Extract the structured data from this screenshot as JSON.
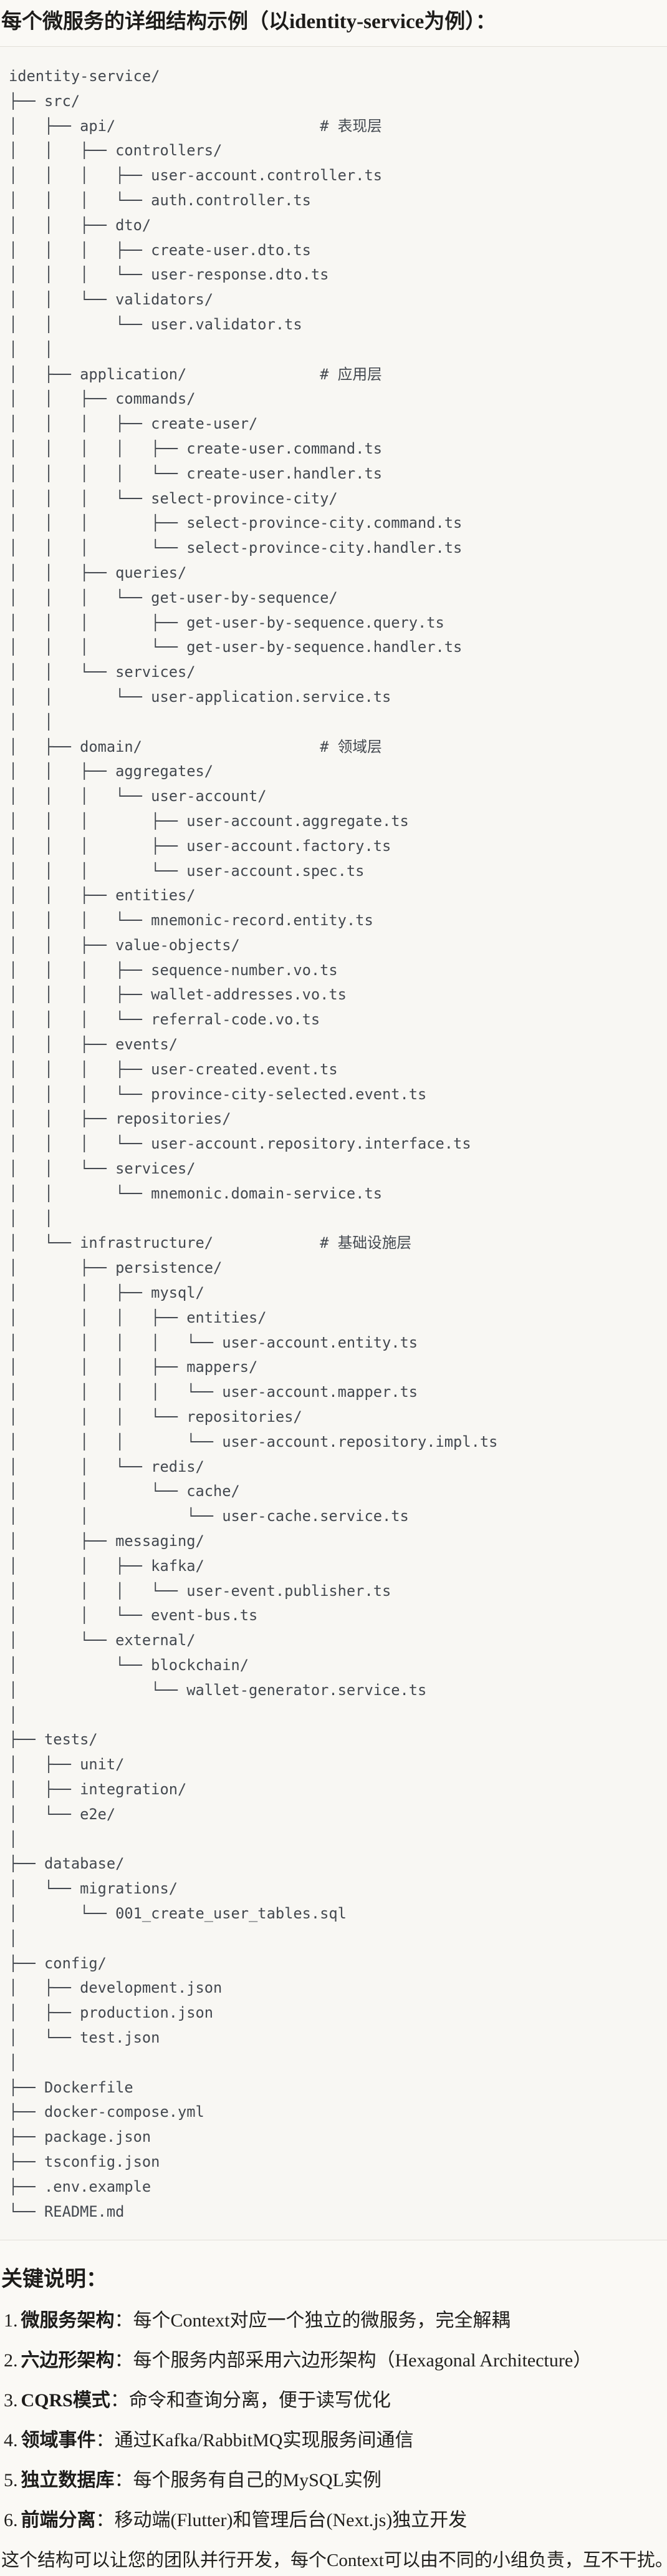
{
  "title": "每个微服务的详细结构示例（以identity-service为例）：",
  "colors": {
    "page_bg": "#faf9f5",
    "code_bg": "#f8f7f3",
    "code_border": "#e3e0d9",
    "code_text": "#43484f",
    "body_text": "#21201d"
  },
  "tree": {
    "lines": [
      "identity-service/",
      "├── src/",
      "│   ├── api/                       # 表现层",
      "│   │   ├── controllers/",
      "│   │   │   ├── user-account.controller.ts",
      "│   │   │   └── auth.controller.ts",
      "│   │   ├── dto/",
      "│   │   │   ├── create-user.dto.ts",
      "│   │   │   └── user-response.dto.ts",
      "│   │   └── validators/",
      "│   │       └── user.validator.ts",
      "│   │",
      "│   ├── application/               # 应用层",
      "│   │   ├── commands/",
      "│   │   │   ├── create-user/",
      "│   │   │   │   ├── create-user.command.ts",
      "│   │   │   │   └── create-user.handler.ts",
      "│   │   │   └── select-province-city/",
      "│   │   │       ├── select-province-city.command.ts",
      "│   │   │       └── select-province-city.handler.ts",
      "│   │   ├── queries/",
      "│   │   │   └── get-user-by-sequence/",
      "│   │   │       ├── get-user-by-sequence.query.ts",
      "│   │   │       └── get-user-by-sequence.handler.ts",
      "│   │   └── services/",
      "│   │       └── user-application.service.ts",
      "│   │",
      "│   ├── domain/                    # 领域层",
      "│   │   ├── aggregates/",
      "│   │   │   └── user-account/",
      "│   │   │       ├── user-account.aggregate.ts",
      "│   │   │       ├── user-account.factory.ts",
      "│   │   │       └── user-account.spec.ts",
      "│   │   ├── entities/",
      "│   │   │   └── mnemonic-record.entity.ts",
      "│   │   ├── value-objects/",
      "│   │   │   ├── sequence-number.vo.ts",
      "│   │   │   ├── wallet-addresses.vo.ts",
      "│   │   │   └── referral-code.vo.ts",
      "│   │   ├── events/",
      "│   │   │   ├── user-created.event.ts",
      "│   │   │   └── province-city-selected.event.ts",
      "│   │   ├── repositories/",
      "│   │   │   └── user-account.repository.interface.ts",
      "│   │   └── services/",
      "│   │       └── mnemonic.domain-service.ts",
      "│   │",
      "│   └── infrastructure/            # 基础设施层",
      "│       ├── persistence/",
      "│       │   ├── mysql/",
      "│       │   │   ├── entities/",
      "│       │   │   │   └── user-account.entity.ts",
      "│       │   │   ├── mappers/",
      "│       │   │   │   └── user-account.mapper.ts",
      "│       │   │   └── repositories/",
      "│       │   │       └── user-account.repository.impl.ts",
      "│       │   └── redis/",
      "│       │       └── cache/",
      "│       │           └── user-cache.service.ts",
      "│       ├── messaging/",
      "│       │   ├── kafka/",
      "│       │   │   └── user-event.publisher.ts",
      "│       │   └── event-bus.ts",
      "│       └── external/",
      "│           └── blockchain/",
      "│               └── wallet-generator.service.ts",
      "│",
      "├── tests/",
      "│   ├── unit/",
      "│   ├── integration/",
      "│   └── e2e/",
      "│",
      "├── database/",
      "│   └── migrations/",
      "│       └── 001_create_user_tables.sql",
      "│",
      "├── config/",
      "│   ├── development.json",
      "│   ├── production.json",
      "│   └── test.json",
      "│",
      "├── Dockerfile",
      "├── docker-compose.yml",
      "├── package.json",
      "├── tsconfig.json",
      "├── .env.example",
      "└── README.md"
    ]
  },
  "notes": {
    "heading": "关键说明：",
    "items": [
      {
        "num": "1.",
        "label": "微服务架构",
        "text": "：每个Context对应一个独立的微服务，完全解耦"
      },
      {
        "num": "2.",
        "label": "六边形架构",
        "text": "：每个服务内部采用六边形架构（Hexagonal Architecture）"
      },
      {
        "num": "3.",
        "label": "CQRS模式",
        "text": "：命令和查询分离，便于读写优化"
      },
      {
        "num": "4.",
        "label": "领域事件",
        "text": "：通过Kafka/RabbitMQ实现服务间通信"
      },
      {
        "num": "5.",
        "label": "独立数据库",
        "text": "：每个服务有自己的MySQL实例"
      },
      {
        "num": "6.",
        "label": "前端分离",
        "text": "：移动端(Flutter)和管理后台(Next.js)独立开发"
      }
    ]
  },
  "closing": {
    "text": "这个结构可以让您的团队并行开发，每个Context可以由不同的小组负责，互不干扰。"
  }
}
